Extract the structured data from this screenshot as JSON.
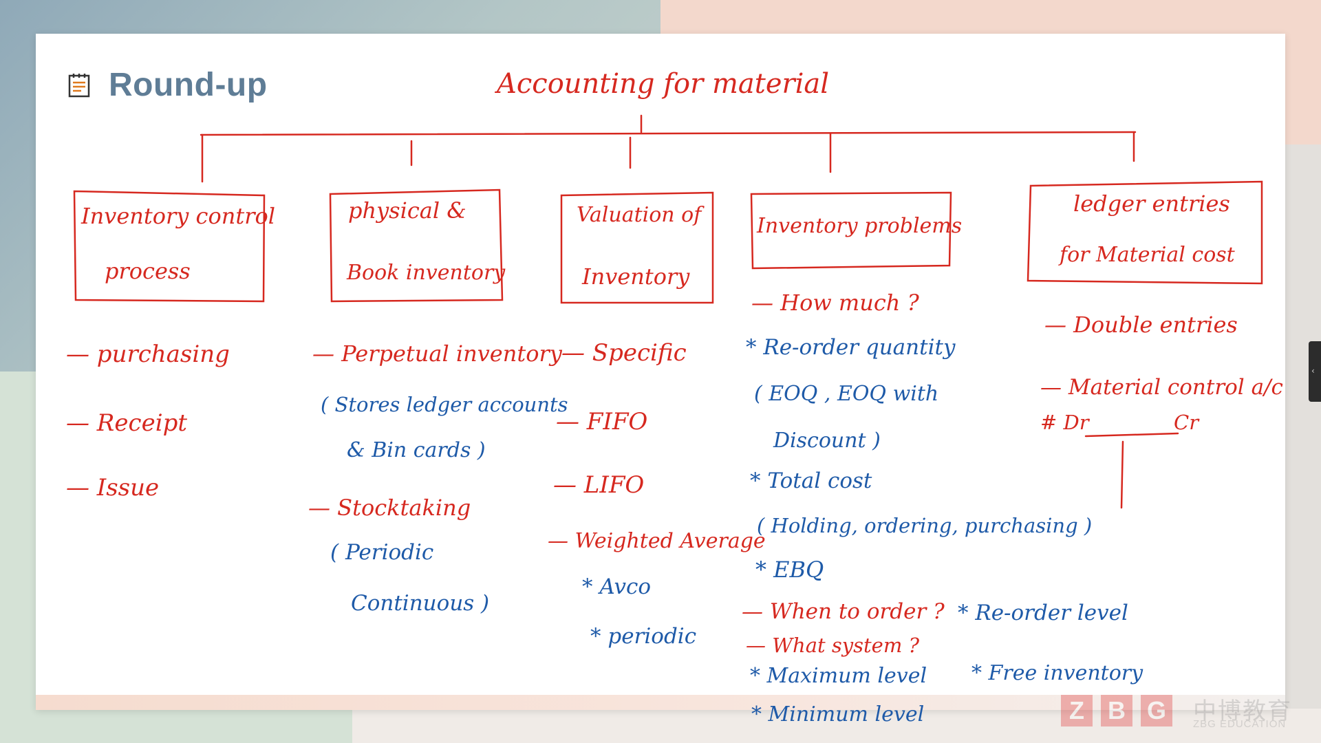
{
  "slide": {
    "title": "Round-up",
    "heading": "Accounting for material"
  },
  "colors": {
    "ink_red": "#d6281f",
    "ink_blue": "#1e5aa8",
    "title": "#5f7d96"
  },
  "boxes": [
    {
      "line1": "Inventory control",
      "line2": "process"
    },
    {
      "line1": "physical &",
      "line2": "Book inventory"
    },
    {
      "line1": "Valuation of",
      "line2": "Inventory"
    },
    {
      "line1": "Inventory problems",
      "line2": ""
    },
    {
      "line1": "ledger entries",
      "line2": "for Material cost"
    }
  ],
  "col1": {
    "items": [
      "— purchasing",
      "— Receipt",
      "— Issue"
    ]
  },
  "col2": {
    "perpetual": "— Perpetual inventory",
    "perpetual_note1": "( Stores ledger accounts",
    "perpetual_note2": "& Bin cards )",
    "stocktaking": "— Stocktaking",
    "st_note1": "( Periodic",
    "st_note2": "Continuous )"
  },
  "col3": {
    "specific": "— Specific",
    "fifo": "— FIFO",
    "lifo": "— LIFO",
    "wavg": "— Weighted Average",
    "avco": "* Avco",
    "periodic": "* periodic"
  },
  "col4": {
    "how_much": "— How much ?",
    "reorder_qty": "* Re-order quantity",
    "eoq1": "( EOQ , EOQ with",
    "eoq2": "Discount )",
    "total_cost": "* Total cost",
    "costs": "( Holding, ordering, purchasing )",
    "ebq": "* EBQ",
    "when": "— When to order ?",
    "reorder_level": "* Re-order level",
    "what_system": "— What system ?",
    "max_level": "* Maximum level",
    "free_inventory": "* Free inventory",
    "min_level": "* Minimum level"
  },
  "col5": {
    "double": "— Double entries",
    "control": "— Material control a/c",
    "dr": "# Dr",
    "cr": "Cr"
  },
  "watermark": {
    "letters": [
      "Z",
      "B",
      "G"
    ],
    "cn": "中博教育",
    "en": "ZBG EDUCATION"
  },
  "side_tab": {
    "glyph": "‹"
  }
}
